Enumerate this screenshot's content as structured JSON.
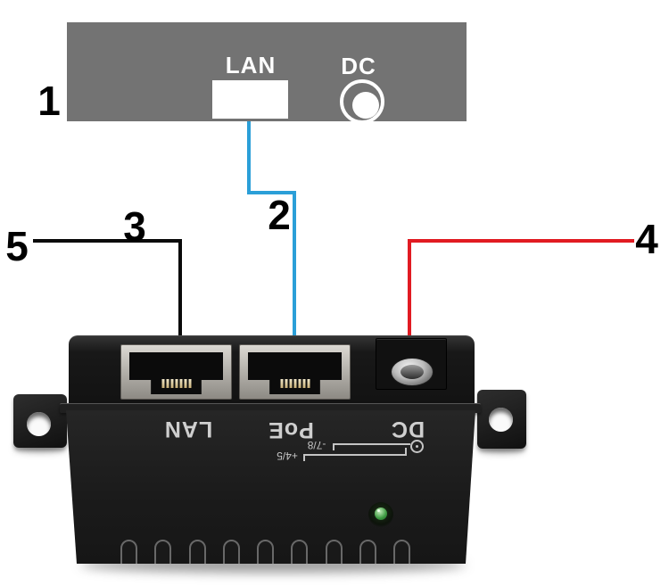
{
  "callouts": [
    {
      "number": "1"
    },
    {
      "number": "2"
    },
    {
      "number": "3"
    },
    {
      "number": "4"
    },
    {
      "number": "5"
    }
  ],
  "router": {
    "lan_label": "LAN",
    "dc_label": "DC"
  },
  "injector": {
    "lan_port_label": "LAN",
    "poe_port_label": "PoE",
    "dc_label": "DC",
    "polarity_negative": "-7/8",
    "polarity_positive": "+4/5"
  },
  "colors": {
    "router_gray": "#737373",
    "callout_line_blue": "#2b9fd8",
    "callout_line_red": "#e11b22",
    "callout_line_black": "#0a0a0a",
    "device_black": "#1b1b1b",
    "port_bezel_silver": "#b7b4ae",
    "led_green": "#3f9c43",
    "silkscreen_gray": "#c4c4c4"
  }
}
